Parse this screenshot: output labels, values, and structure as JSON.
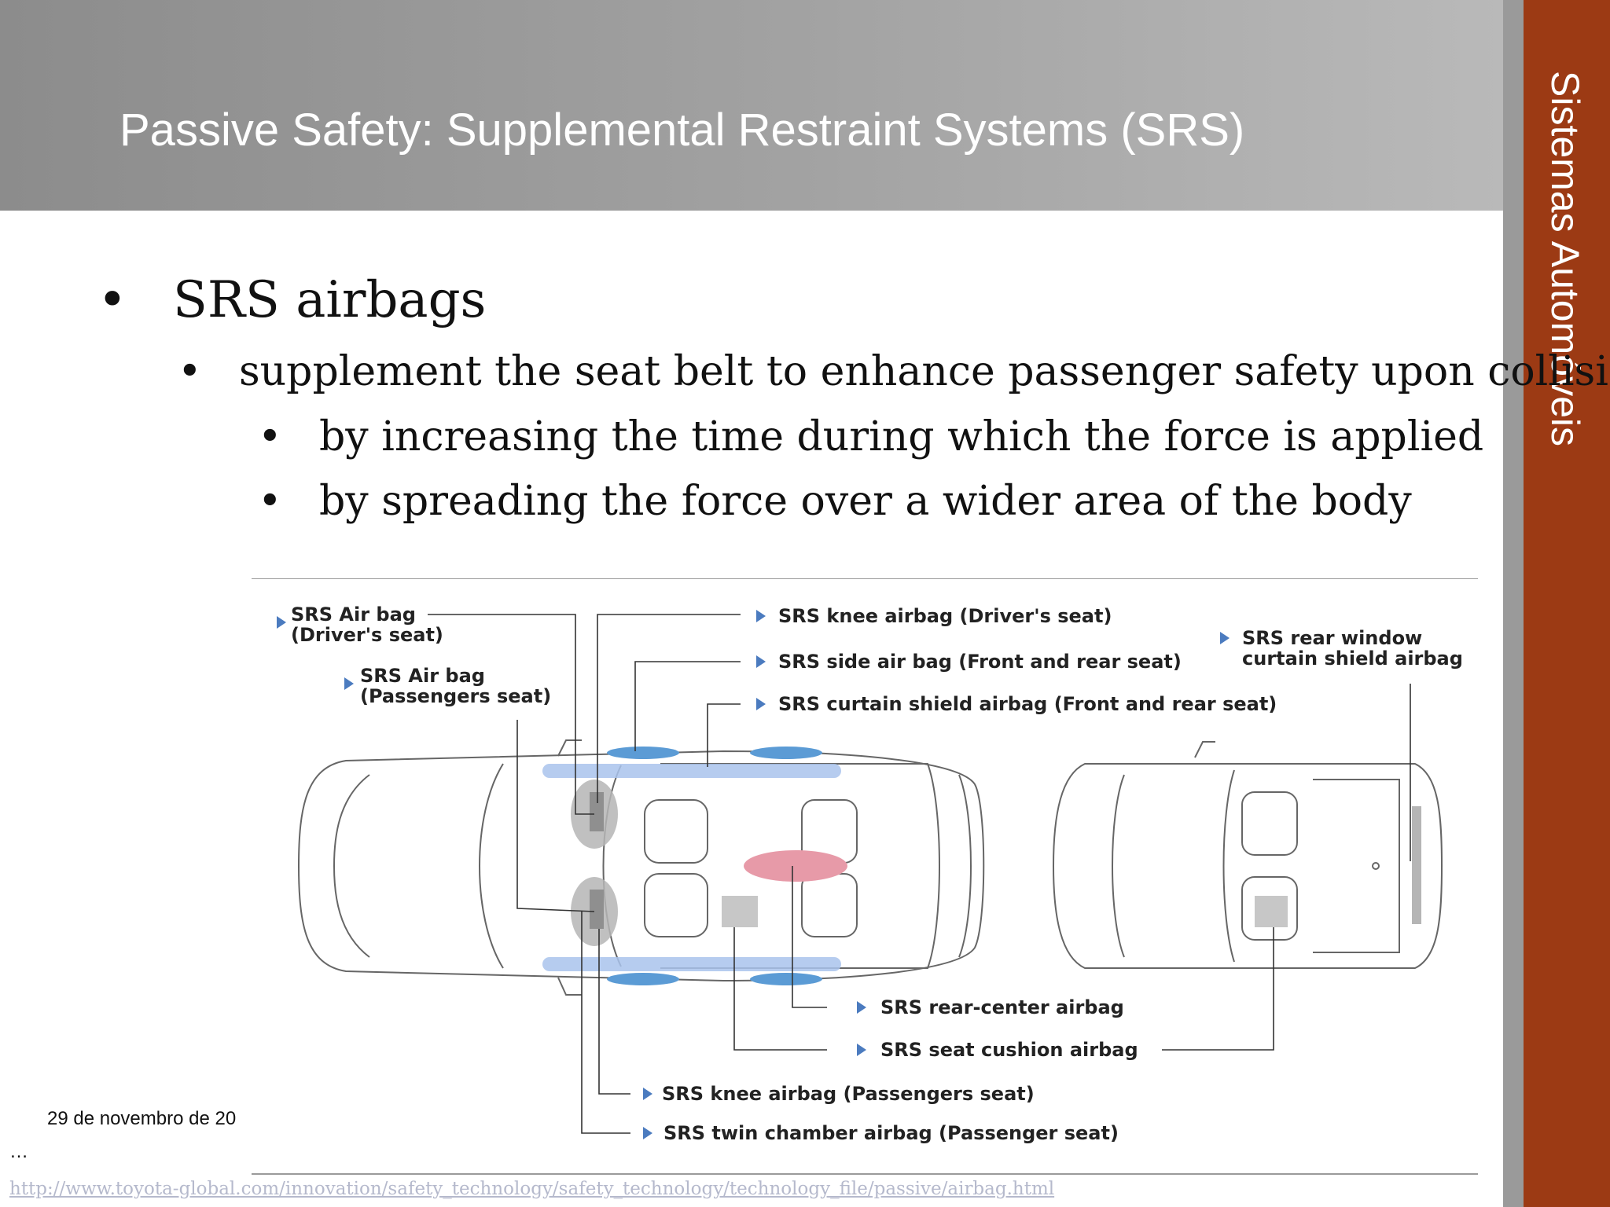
{
  "slide": {
    "title": "Passive Safety: Supplemental Restraint Systems (SRS)",
    "side_label": "Sistemas Automóveis",
    "bullet_glyph": "•",
    "bullets": {
      "level1": "SRS airbags",
      "level2": "supplement the seat belt to enhance passenger safety upon collision",
      "level3a": "by increasing the time during which the force is applied",
      "level3b": "by spreading the force over a wider area of the body"
    },
    "date": "29 de novembro de 20",
    "ellipsis": "…",
    "url": "http://www.toyota-global.com/innovation/safety_technology/safety_technology/technology_file/passive/airbag.html"
  },
  "figure": {
    "labels": {
      "driver_airbag_1": "SRS Air bag",
      "driver_airbag_2": "(Driver's seat)",
      "passenger_airbag_1": "SRS Air bag",
      "passenger_airbag_2": "(Passengers seat)",
      "knee_driver": "SRS knee airbag (Driver's seat)",
      "side_airbag": "SRS side air bag (Front and rear seat)",
      "curtain_airbag": "SRS curtain shield airbag (Front and rear seat)",
      "rear_window_1": "SRS rear window",
      "rear_window_2": "curtain shield airbag",
      "rear_center": "SRS rear-center airbag",
      "seat_cushion": "SRS seat cushion airbag",
      "knee_passenger": "SRS knee airbag (Passengers seat)",
      "twin_chamber": "SRS twin chamber airbag (Passenger seat)"
    },
    "colors": {
      "curtain": "#a9c3ec",
      "side": "#5b9bd5",
      "front": "#b5b5b5",
      "rear_center": "#e79aa8",
      "cushion": "#c7c7c7",
      "arrow": "#4b7bbf"
    }
  }
}
